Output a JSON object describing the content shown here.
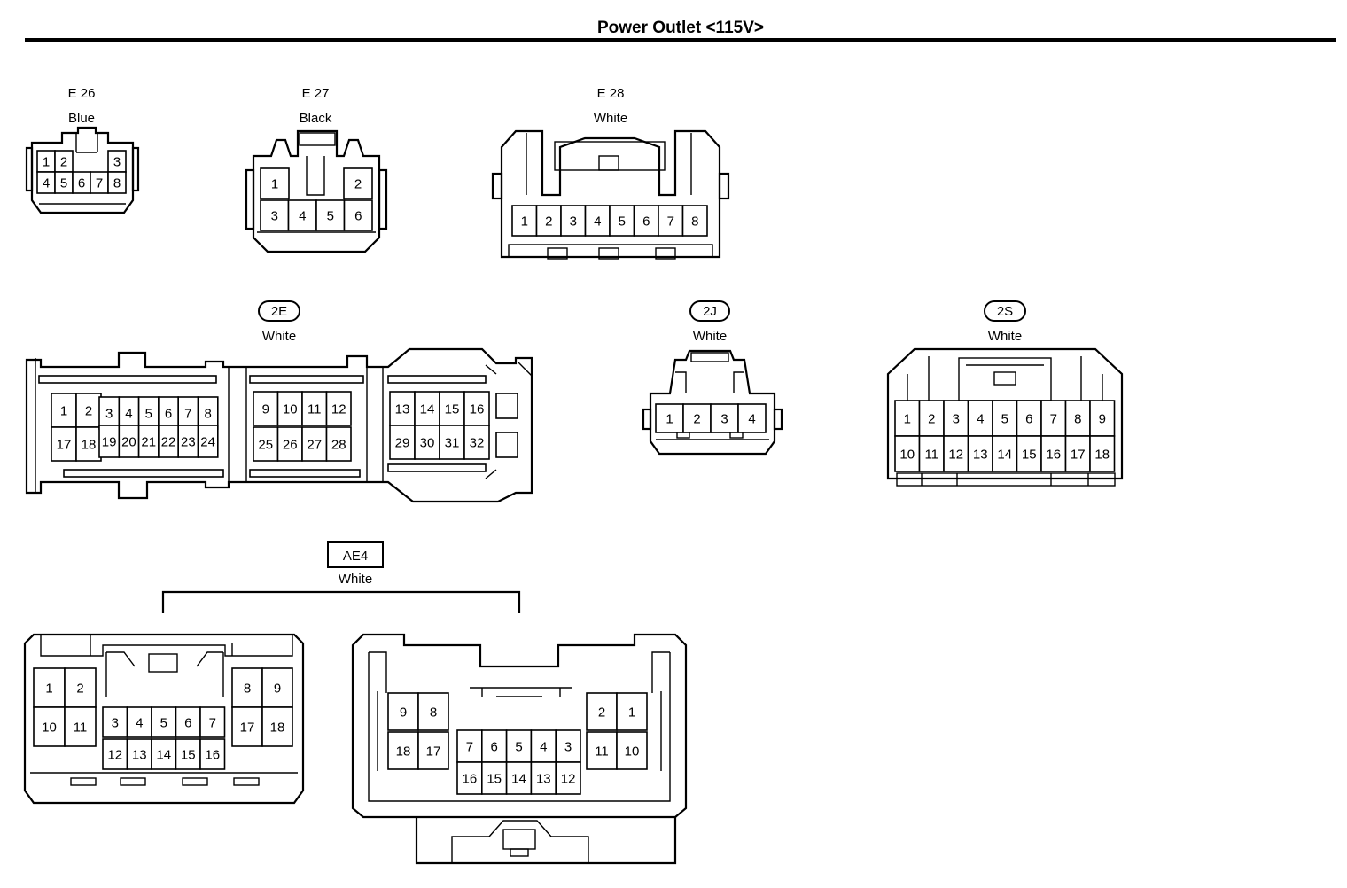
{
  "title": "Power Outlet <115V>",
  "connectors": {
    "e26": {
      "code": "E 26",
      "color": "Blue",
      "pins": [
        "1",
        "2",
        "3",
        "4",
        "5",
        "6",
        "7",
        "8"
      ]
    },
    "e27": {
      "code": "E 27",
      "color": "Black",
      "pins": [
        "1",
        "2",
        "3",
        "4",
        "5",
        "6"
      ]
    },
    "e28": {
      "code": "E 28",
      "color": "White",
      "pins": [
        "1",
        "2",
        "3",
        "4",
        "5",
        "6",
        "7",
        "8"
      ]
    },
    "c2e": {
      "code": "2E",
      "color": "White",
      "pins": [
        "1",
        "2",
        "3",
        "4",
        "5",
        "6",
        "7",
        "8",
        "9",
        "10",
        "11",
        "12",
        "13",
        "14",
        "15",
        "16",
        "17",
        "18",
        "19",
        "20",
        "21",
        "22",
        "23",
        "24",
        "25",
        "26",
        "27",
        "28",
        "29",
        "30",
        "31",
        "32"
      ]
    },
    "c2j": {
      "code": "2J",
      "color": "White",
      "pins": [
        "1",
        "2",
        "3",
        "4"
      ]
    },
    "c2s": {
      "code": "2S",
      "color": "White",
      "pins": [
        "1",
        "2",
        "3",
        "4",
        "5",
        "6",
        "7",
        "8",
        "9",
        "10",
        "11",
        "12",
        "13",
        "14",
        "15",
        "16",
        "17",
        "18"
      ]
    },
    "ae4": {
      "code": "AE4",
      "color": "White",
      "left_pins": [
        "1",
        "2",
        "3",
        "4",
        "5",
        "6",
        "7",
        "8",
        "9",
        "10",
        "11",
        "12",
        "13",
        "14",
        "15",
        "16",
        "17",
        "18"
      ],
      "right_pins": [
        "1",
        "2",
        "3",
        "4",
        "5",
        "6",
        "7",
        "8",
        "9",
        "10",
        "11",
        "12",
        "13",
        "14",
        "15",
        "16",
        "17",
        "18"
      ]
    }
  }
}
